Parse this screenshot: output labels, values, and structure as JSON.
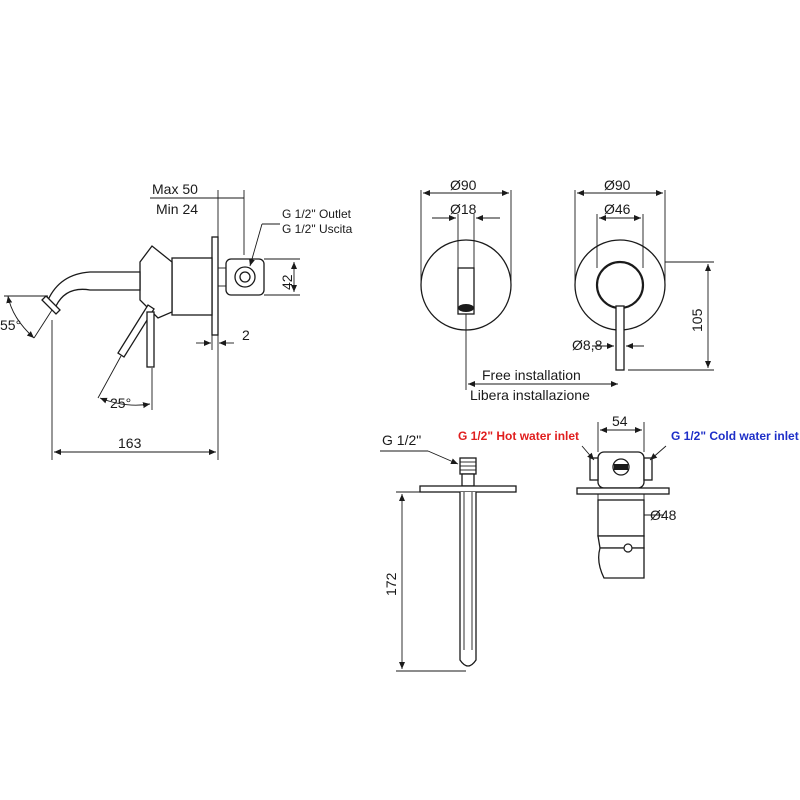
{
  "side_view": {
    "max_label": "Max 50",
    "min_label": "Min 24",
    "outlet_label_en": "G 1/2\" Outlet",
    "outlet_label_it": "G 1/2\" Uscita",
    "dim_height": "42",
    "dim_plate": "2",
    "angle_spout": "55°",
    "angle_lever": "25°",
    "dim_length": "163"
  },
  "front_view_spout": {
    "dia_plate": "Ø90",
    "dia_spout": "Ø18"
  },
  "front_view_mixer": {
    "dia_plate": "Ø90",
    "dia_body": "Ø46",
    "dia_lever": "Ø8,8",
    "dim_height": "105"
  },
  "installation": {
    "label_en": "Free installation",
    "label_it": "Libera installazione"
  },
  "spout_section": {
    "thread_label": "G 1/2\"",
    "dim_length": "172"
  },
  "body_section": {
    "hot_inlet": "G 1/2\" Hot water inlet",
    "cold_inlet": "G 1/2\" Cold water inlet",
    "dim_width": "54",
    "dia_body": "Ø48",
    "hot_color": "#e01e1e",
    "cold_color": "#1e2fc8"
  }
}
